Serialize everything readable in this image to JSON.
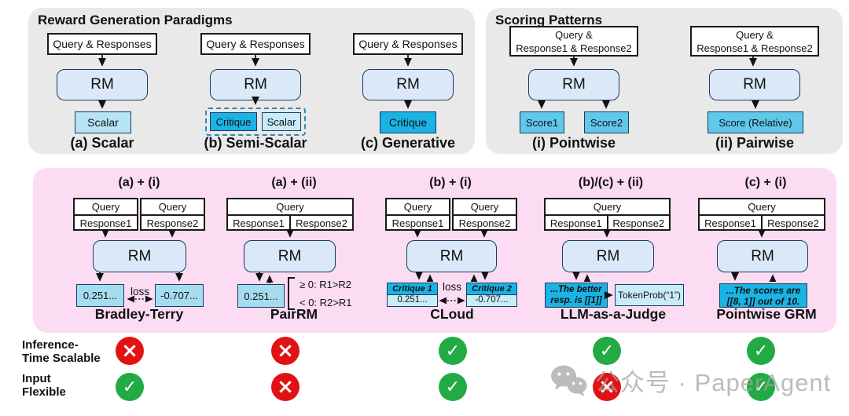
{
  "colors": {
    "panel_gray": "#e9e9e9",
    "panel_pink": "#fbdcf2",
    "rm_fill": "#dbe8f7",
    "rm_border": "#1c3a5e",
    "cyan_dark": "#1ab3e3",
    "cyan_light": "#c9ecf9",
    "cyan_scalar": "#b7e4f5",
    "cyan_score": "#5fc8eb",
    "cyan_value": "#a6dcf0",
    "check_green": "#22ab45",
    "cross_red": "#e11212"
  },
  "panel_reward_generation": {
    "title": "Reward Generation Paradigms",
    "a": {
      "input": "Query & Responses",
      "rm": "RM",
      "output": "Scalar",
      "caption": "(a) Scalar"
    },
    "b": {
      "input": "Query & Responses",
      "rm": "RM",
      "output_critique": "Critique",
      "output_scalar": "Scalar",
      "caption": "(b) Semi-Scalar"
    },
    "c": {
      "input": "Query & Responses",
      "rm": "RM",
      "output": "Critique",
      "caption": "(c) Generative"
    }
  },
  "panel_scoring_patterns": {
    "title": "Scoring Patterns",
    "i": {
      "input_l1": "Query &",
      "input_l2": "Response1 & Response2",
      "rm": "RM",
      "out1": "Score1",
      "out2": "Score2",
      "caption": "(i) Pointwise"
    },
    "ii": {
      "input_l1": "Query &",
      "input_l2": "Response1 & Response2",
      "rm": "RM",
      "out": "Score (Relative)",
      "caption": "(ii) Pairwise"
    }
  },
  "panel_combinations": {
    "bradley_terry": {
      "header": "(a) + (i)",
      "q1": "Query",
      "r1": "Response1",
      "q2": "Query",
      "r2": "Response2",
      "rm": "RM",
      "s1": "0.251...",
      "s2": "-0.707...",
      "loss": "loss",
      "caption": "Bradley-Terry"
    },
    "pairrm": {
      "header": "(a) + (ii)",
      "q": "Query",
      "r1": "Response1",
      "r2": "Response2",
      "rm": "RM",
      "s": "0.251...",
      "cond1": "≥ 0: R1>R2",
      "cond2": "< 0: R2>R1",
      "caption": "PairRM"
    },
    "cloud": {
      "header": "(b) + (i)",
      "q1": "Query",
      "r1": "Response1",
      "q2": "Query",
      "r2": "Response2",
      "rm": "RM",
      "c1": "Critique 1",
      "s1": "0.251...",
      "c2": "Critique 2",
      "s2": "-0.707...",
      "loss": "loss",
      "caption": "CLoud"
    },
    "llm_judge": {
      "header": "(b)/(c) + (ii)",
      "q": "Query",
      "r1": "Response1",
      "r2": "Response2",
      "rm": "RM",
      "gen_l1": "...The better",
      "gen_l2": "resp. is [[1]]",
      "token": "TokenProb(“1”)",
      "caption": "LLM-as-a-Judge"
    },
    "pointwise_grm": {
      "header": "(c) + (i)",
      "q": "Query",
      "r1": "Response1",
      "r2": "Response2",
      "rm": "RM",
      "gen_l1": "...The scores are",
      "gen_l2": "[[8, 1]] out of 10.",
      "caption": "Pointwise GRM"
    }
  },
  "property_rows": {
    "row1": {
      "l1": "Inference-",
      "l2": "Time Scalable",
      "values": {
        "bradley_terry": "no",
        "pairrm": "no",
        "cloud": "yes",
        "llm_judge": "yes",
        "pointwise_grm": "yes"
      }
    },
    "row2": {
      "l1": "Input",
      "l2": "Flexible",
      "values": {
        "bradley_terry": "yes",
        "pairrm": "no",
        "cloud": "yes",
        "llm_judge": "no",
        "pointwise_grm": "yes"
      }
    }
  },
  "watermark": {
    "text": "公众号 · PaperAgent"
  }
}
